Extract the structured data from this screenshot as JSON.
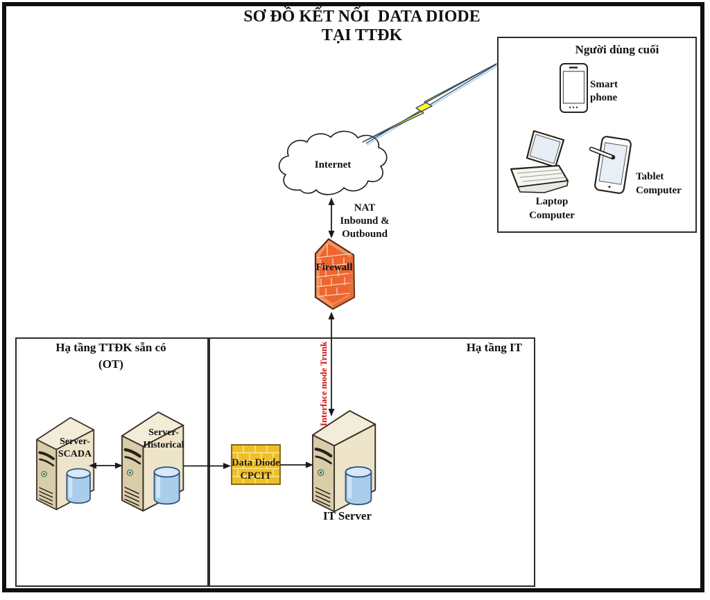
{
  "title": "SƠ ĐỒ KẾT NỐI  DATA DIODE\nTẠI TTĐK",
  "end_users_box": {
    "heading": "Người dùng cuối",
    "smartphone_label": "Smart\nphone",
    "laptop_label": "Laptop\nComputer",
    "tablet_label": "Tablet\nComputer"
  },
  "network": {
    "internet_label": "Internet",
    "nat_label": "NAT\nInbound &\nOutbound",
    "firewall_label": "Firewall",
    "interface_trunk_label": "Interface mode Trunk"
  },
  "ot_box": {
    "heading": "Hạ tầng TTĐK sẵn có\n(OT)",
    "server_scada_label": "Server-\nSCADA",
    "server_historical_label": "Server-\nHistorical"
  },
  "it_box": {
    "heading": "Hạ tầng IT",
    "data_diode_label": "Data Diode\nCPCIT",
    "it_server_label": "IT Server"
  },
  "colors": {
    "firewall_orange": "#EE6530",
    "data_diode_yellow": "#EFBF25",
    "lightning_yellow": "#FFFF2E",
    "interface_label_red": "#CC1111",
    "server_beige": "#EDE4C9",
    "database_blue": "#A9CDEB"
  }
}
